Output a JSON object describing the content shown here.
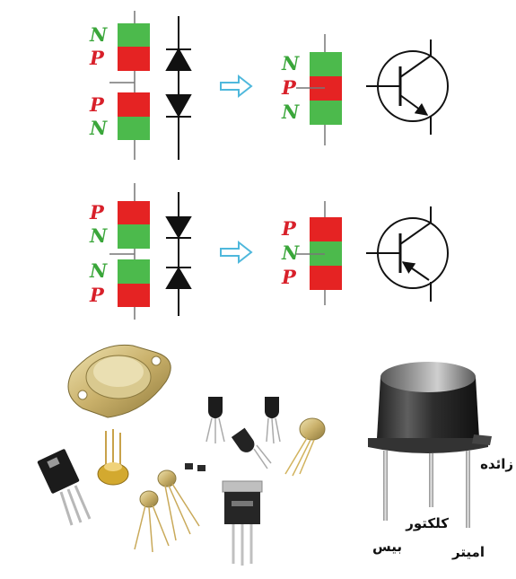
{
  "colors": {
    "n_region": "#4cba4c",
    "p_region": "#e52323",
    "n_label": "#3aa63a",
    "p_label": "#d8202a",
    "arrow": "#4fb8dc",
    "symbol": "#111111"
  },
  "npn": {
    "diode_pair_labels": [
      "N",
      "P",
      "P",
      "N"
    ],
    "transistor_labels": [
      "N",
      "P",
      "N"
    ]
  },
  "pnp": {
    "diode_pair_labels": [
      "P",
      "N",
      "N",
      "P"
    ],
    "transistor_labels": [
      "P",
      "N",
      "P"
    ]
  },
  "photo": {
    "transistor_types": [
      "TO-3 metal can",
      "TO-126 plastic",
      "TO-39 metal can",
      "TO-18 metal can",
      "TO-92 plastic",
      "SMD",
      "TO-220 plastic"
    ],
    "can_pin_labels": {
      "tab": "زائده",
      "collector": "کلکتور",
      "base": "بیس",
      "emitter": "امیتر"
    }
  }
}
